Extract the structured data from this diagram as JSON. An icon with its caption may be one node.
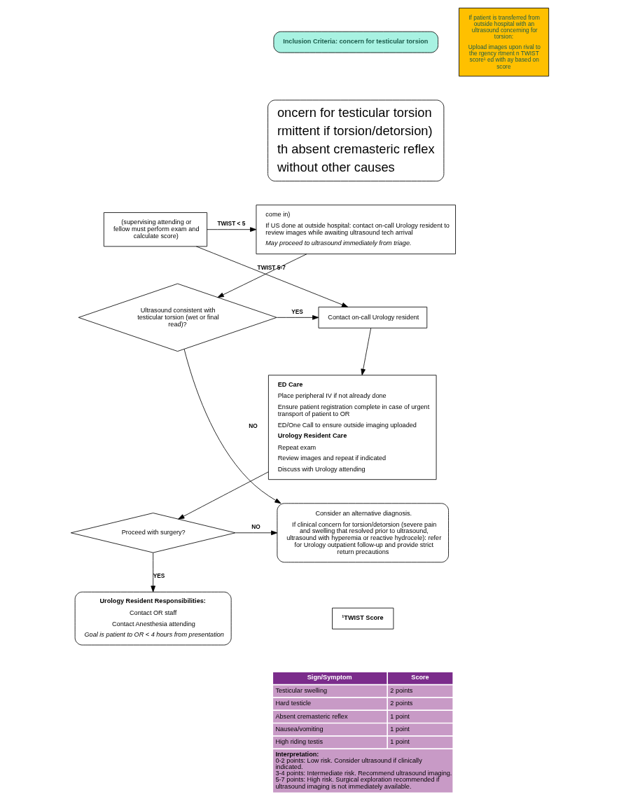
{
  "diagram": {
    "nodes": [
      {
        "text": [
          "Inclusion Criteria: concern for testicular torsion"
        ]
      },
      {
        "text": [
          "oncern for testicular torsion",
          "rmittent if torsion/detorsion)",
          "th absent cremasteric reflex",
          "without other causes"
        ]
      },
      {
        "text": [
          "If patient is transferred from outside hospital with an ultrasound concerning for torsion:",
          "Upload images upon rival to the rgency rtment n TWIST score¹ ed with ay based on score"
        ]
      },
      {
        "text": [
          "come in)",
          "If US done at outside hospital: contact on-call Urology resident to review images while awaiting ultrasound tech arrival",
          "May proceed to ultrasound immediately from triage."
        ]
      },
      {
        "text": [
          "(supervising attending or fellow must perform exam and calculate score)"
        ]
      },
      {
        "text": [
          "Ultrasound consistent with testicular torsion (wet or final read)?"
        ]
      },
      {
        "text": [
          "Contact on-call Urology resident"
        ]
      },
      {
        "text": [
          "ED Care",
          "Place peripheral IV if not already done",
          "Ensure patient registration complete in case of urgent transport of patient to OR",
          "ED/One Call to ensure outside imaging uploaded",
          "Urology Resident Care",
          "Repeat exam",
          "Review images and repeat if indicated",
          "Discuss with Urology attending"
        ]
      },
      {
        "text": [
          "Consider an alternative diagnosis.",
          "If clinical concern for torsion/detorsion (severe pain and swelling that resolved prior to ultrasound, ultrasound with hyperemia or reactive hydrocele): refer for Urology outpatient follow-up and provide strict return precautions"
        ]
      },
      {
        "text": [
          "Proceed with surgery?"
        ]
      },
      {
        "text": [
          "Urology Resident Responsibilities:",
          "Contact OR staff",
          "Contact Anesthesia attending",
          "Goal is patient to OR < 4 hours from presentation"
        ]
      },
      {
        "text": [
          "¹TWIST Score"
        ]
      }
    ],
    "edges": [
      {
        "from": 4,
        "to": 3,
        "arrow": "to",
        "label": "TWIST < 5"
      },
      {
        "from": 4,
        "to": 6,
        "arrow": "to",
        "label": "TWIST 5-7"
      },
      {
        "from": 3,
        "to": 5,
        "arrow": "to"
      },
      {
        "from": 5,
        "to": 6,
        "arrow": "to",
        "label": "YES"
      },
      {
        "from": 5,
        "to": 8,
        "arrow": "to",
        "label": "NO"
      },
      {
        "from": 6,
        "to": 7,
        "arrow": "to"
      },
      {
        "from": 7,
        "to": 9,
        "arrow": "to"
      },
      {
        "from": 9,
        "to": 8,
        "arrow": "to",
        "label": "NO"
      },
      {
        "from": 9,
        "to": 10,
        "arrow": "to",
        "label": "YES"
      }
    ],
    "labels": [
      "Sign/Symptom",
      "Score",
      "Testicular swelling",
      "2 points",
      "Hard testicle",
      "2 points",
      "Absent cremasteric reflex",
      "1 point",
      "Nausea/vomiting",
      "1 point",
      "High riding testis",
      "1 point",
      "Interpretation:",
      "0-2 points: Low risk. Consider ultrasound if clinically indicated.",
      "3-4 points: Intermediate risk. Recommend ultrasound imaging.",
      "5-7 points: High risk. Surgical exploration recommended if ultrasound imaging is not immediately available."
    ]
  }
}
